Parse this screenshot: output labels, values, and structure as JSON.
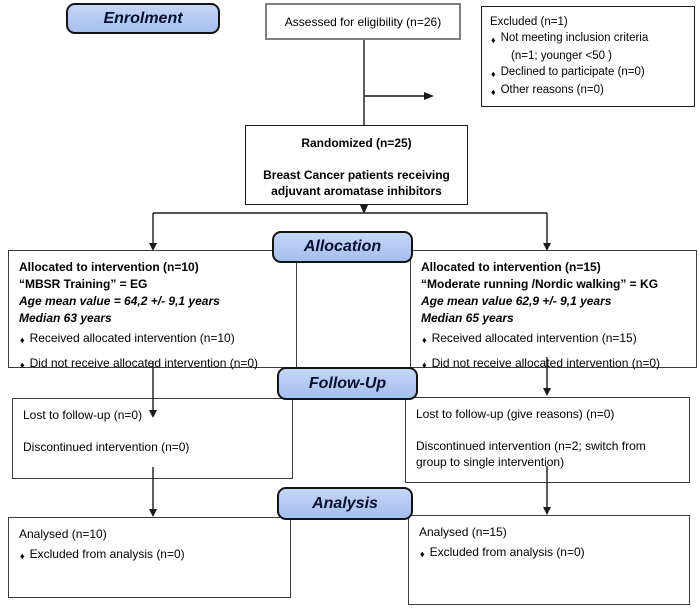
{
  "stage_labels": {
    "enrolment": "Enrolment",
    "allocation": "Allocation",
    "followup": "Follow-Up",
    "analysis": "Analysis"
  },
  "assessed_box": {
    "line1": "Assessed for eligibility (n=26)"
  },
  "excluded_box": {
    "title": "Excluded (n=1)",
    "bullet1": "Not meeting inclusion criteria",
    "bullet1_cont": "(n=1; younger <50 )",
    "bullet2": "Declined to participate (n=0)",
    "bullet3": "Other reasons (n=0)"
  },
  "randomized_box": {
    "line1": "Randomized (n=25)",
    "line2": "Breast Cancer patients receiving adjuvant aromatase inhibitors"
  },
  "allocation_left": {
    "title": "Allocated to intervention (n=10)",
    "subtitle": "“MBSR Training” = EG",
    "age": "Age mean value = 64,2 +/- 9,1 years",
    "median": "Median 63 years",
    "bullet1": "Received allocated intervention (n=10)",
    "bullet2": "Did not receive allocated intervention (n=0)"
  },
  "allocation_right": {
    "title": "Allocated to intervention (n=15)",
    "subtitle": "“Moderate running /Nordic walking” = KG",
    "age": "Age mean value 62,9 +/- 9,1 years",
    "median": "Median 65 years",
    "bullet1": "Received allocated intervention (n=15)",
    "bullet2": "Did not receive allocated intervention  (n=0)"
  },
  "followup_left": {
    "line1": "Lost to follow-up (n=0)",
    "line2": "Discontinued intervention (n=0)"
  },
  "followup_right": {
    "line1": "Lost to follow-up (give reasons) (n=0)",
    "line2": "Discontinued intervention (n=2; switch from group to single intervention)"
  },
  "analysis_left": {
    "line1": "Analysed (n=10)",
    "bullet1": "Excluded from analysis (n=0)"
  },
  "analysis_right": {
    "line1": "Analysed (n=15)",
    "bullet1": "Excluded from analysis (n=0)"
  },
  "icons": {
    "bullet": "♦"
  },
  "colors": {
    "stage_fill": "#b2c9f2",
    "stage_border": "#141414",
    "box_border": "#3c3c3c",
    "assessed_border": "#7f7f7f",
    "line": "#1a1a1a"
  }
}
